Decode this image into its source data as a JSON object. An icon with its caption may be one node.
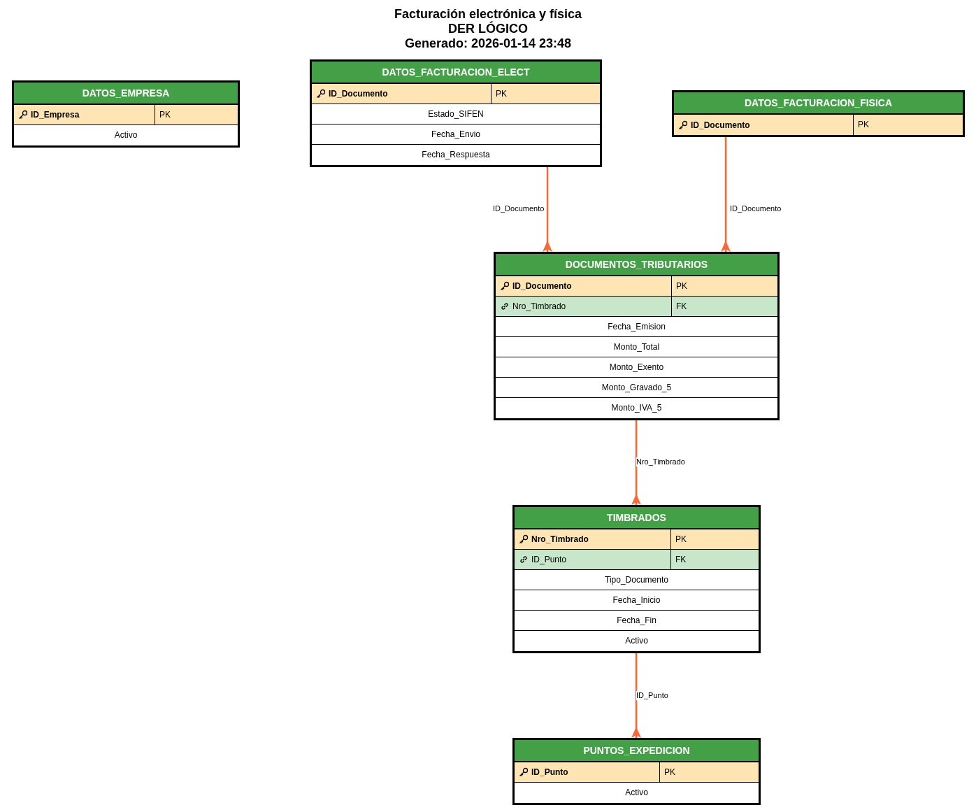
{
  "diagram": {
    "title": "Facturación electrónica y física",
    "nodes": [
      {
        "text": [
          "DATOS_EMPRESA",
          "ID_Empresa",
          "PK",
          "Activo"
        ]
      },
      {
        "text": [
          "DATOS_FACTURACION_ELECT",
          "ID_Documento",
          "PK",
          "Estado_SIFEN",
          "Fecha_Envio",
          "Fecha_Respuesta"
        ]
      },
      {
        "text": [
          "DATOS_FACTURACION_FISICA",
          "ID_Documento",
          "PK"
        ]
      },
      {
        "text": [
          "DOCUMENTOS_TRIBUTARIOS",
          "ID_Documento",
          "PK",
          "Nro_Timbrado",
          "FK",
          "Fecha_Emision",
          "Monto_Total",
          "Monto_Exento",
          "Monto_Gravado_5",
          "Monto_IVA_5"
        ]
      },
      {
        "text": [
          "TIMBRADOS",
          "Nro_Timbrado",
          "PK",
          "ID_Punto",
          "FK",
          "Tipo_Documento",
          "Fecha_Inicio",
          "Fecha_Fin",
          "Activo"
        ]
      },
      {
        "text": [
          "PUNTOS_EXPEDICION",
          "ID_Punto",
          "PK",
          "Activo"
        ]
      }
    ],
    "edges": [
      {
        "from": 1,
        "to": 3,
        "arrow": "other",
        "label": "ID_Documento"
      },
      {
        "from": 2,
        "to": 3,
        "arrow": "other",
        "label": "ID_Documento"
      },
      {
        "from": 3,
        "to": 4,
        "arrow": "other",
        "label": "Nro_Timbrado"
      },
      {
        "from": 4,
        "to": 5,
        "arrow": "other",
        "label": "ID_Punto"
      }
    ],
    "labels": [
      "DER LÓGICO",
      "Generado: 2026-01-14 23:48"
    ]
  }
}
